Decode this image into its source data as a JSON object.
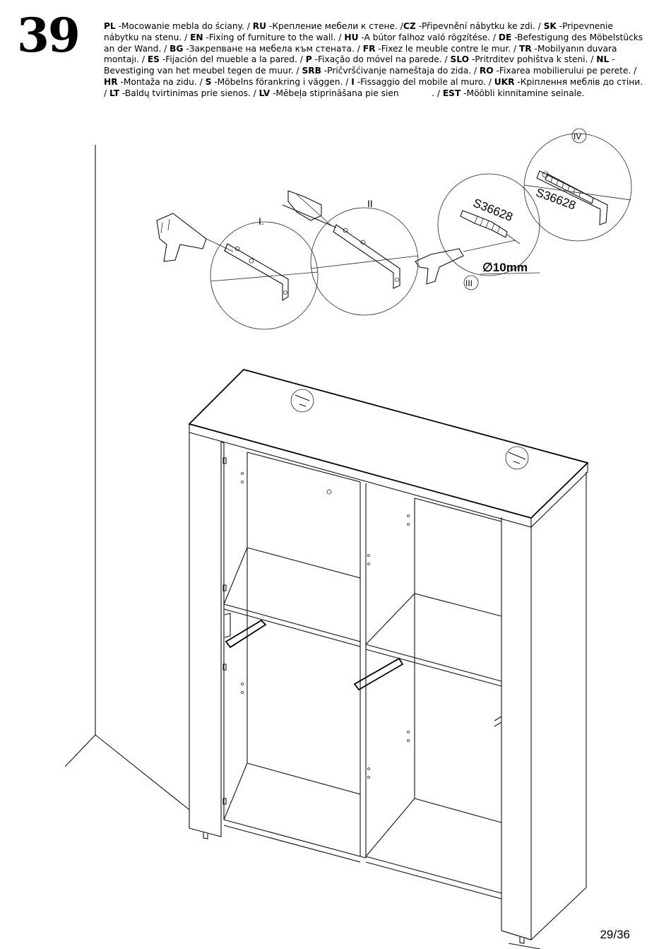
{
  "step": "39",
  "instructions": [
    {
      "code": "PL",
      "text": " -Mocowanie mebla do ściany. / "
    },
    {
      "code": "RU",
      "text": " -Крепление мебели к стене. /"
    },
    {
      "code": "CZ",
      "text": " -Připevnění nábytku ke zdi. / "
    },
    {
      "code": "SK",
      "text": " -Pripevnenie nábytku na stenu. / "
    },
    {
      "code": "EN",
      "text": " -Fixing of furniture to the wall. / "
    },
    {
      "code": "HU",
      "text": " -A bútor falhoz való rögzítése. / "
    },
    {
      "code": "DE",
      "text": " -Befestigung des Möbelstücks an der Wand. / "
    },
    {
      "code": "BG",
      "text": " -Закрепване на мебела към стената. / "
    },
    {
      "code": "FR",
      "text": " -Fixez le meuble contre le mur. / "
    },
    {
      "code": "TR",
      "text": " -Mobilyanın duvara montajı. / "
    },
    {
      "code": "ES",
      "text": " -Fijación del mueble a la pared. / "
    },
    {
      "code": "P",
      "text": " -Fixação do móvel na parede. / "
    },
    {
      "code": "SLO",
      "text": " -Pritrditev pohištva k steni. / "
    },
    {
      "code": "NL",
      "text": " -Bevestiging van het meubel tegen de muur. / "
    },
    {
      "code": "SRB",
      "text": " -Pričvršćivanje nameštaja do zida. / "
    },
    {
      "code": "RO",
      "text": " -Fixarea mobilierului pe perete. / "
    },
    {
      "code": "HR",
      "text": " -Montaža na zidu. / "
    },
    {
      "code": "S",
      "text": " -Möbelns förankring i väggen. / "
    },
    {
      "code": "I",
      "text": " -Fissaggio del mobile al muro. / "
    },
    {
      "code": "UKR",
      "text": " -Кріплення меблів до стіни. / "
    },
    {
      "code": "LT",
      "text": " -Baldų tvirtinimas prie sienos. / "
    },
    {
      "code": "LV",
      "text": " -Mēbeļa stiprināšana pie sien            . / "
    },
    {
      "code": "EST",
      "text": " -Mööbli kinnitamine seinale."
    }
  ],
  "steps_roman": [
    "I.",
    "II",
    "III",
    "IV"
  ],
  "part_code": "S36628",
  "drill_label": "∅10mm",
  "page": "29/36"
}
